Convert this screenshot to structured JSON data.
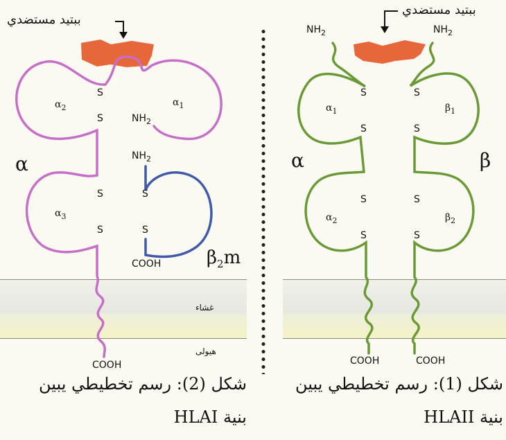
{
  "figure1": {
    "peptide_label": "ببتيد مستضدي",
    "nh2_left": "NH",
    "nh2_right": "NH",
    "sub2": "2",
    "chain_alpha": "α",
    "chain_beta": "β",
    "domain_a1": "α",
    "domain_a1_sub": "1",
    "domain_b1": "β",
    "domain_b1_sub": "1",
    "domain_a2": "α",
    "domain_a2_sub": "2",
    "domain_b2": "β",
    "domain_b2_sub": "2",
    "s": "S",
    "cooh_left": "COOH",
    "cooh_right": "COOH",
    "caption_line1": "شكل (1): رسم تخطيطي يبين",
    "caption_line2": "بنية HLAII"
  },
  "figure2": {
    "peptide_label": "ببتيد مستضدي",
    "chain_alpha": "α",
    "domain_a2": "α",
    "domain_a2_sub": "2",
    "domain_a1": "α",
    "domain_a1_sub": "1",
    "domain_a3": "α",
    "domain_a3_sub": "3",
    "nh2_top": "NH",
    "nh2_beta": "NH",
    "sub2": "2",
    "s": "S",
    "b2m": "β",
    "b2m_sub": "2",
    "b2m_suffix": "m",
    "cooh_b2m": "COOH",
    "cooh_alpha": "COOH",
    "membrane_label": "غشاء",
    "cytoplasm_label": "هيولى",
    "caption_line1": "شكل (2): رسم تخطيطي يبين",
    "caption_line2": "بنية HLAI"
  },
  "colors": {
    "alpha_chain_fig2": "#c56fc7",
    "b2m_chain": "#3e5aa8",
    "hla2_chains": "#6a9a35",
    "peptide": "#e8673a"
  }
}
